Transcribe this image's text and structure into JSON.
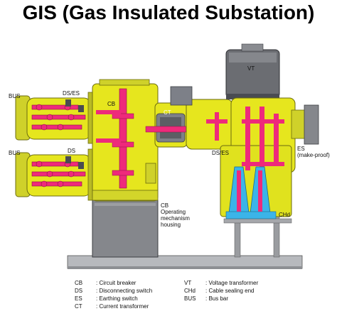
{
  "title": "GIS (Gas Insulated Substation)",
  "labels": {
    "bus_top": "BUS",
    "bus_bottom": "BUS",
    "ds_es_top": "DS/ES",
    "ds_bottom": "DS",
    "cb_top": "CB",
    "ct": "CT",
    "ds_es_right": "DS/ES",
    "vt": "VT",
    "es_make_proof_line1": "ES",
    "es_make_proof_line2": "(make-proof)",
    "cb_housing_line1": "CB",
    "cb_housing_line2": "Operating",
    "cb_housing_line3": "mechanism",
    "cb_housing_line4": "housing",
    "chd": "CHd"
  },
  "legend_left": [
    {
      "abbr": "CB",
      "desc": ": Circuit breaker"
    },
    {
      "abbr": "DS",
      "desc": ": Disconnecting switch"
    },
    {
      "abbr": "ES",
      "desc": ": Earthing switch"
    },
    {
      "abbr": "CT",
      "desc": ": Current transformer"
    }
  ],
  "legend_right": [
    {
      "abbr": "VT",
      "desc": ": Voltage transformer"
    },
    {
      "abbr": "CHd",
      "desc": ": Cable sealing end"
    },
    {
      "abbr": "BUS",
      "desc": ": Bus bar"
    }
  ],
  "colors": {
    "enclosure": "#e6e61e",
    "conductor": "#ee2a7b",
    "cable": "#3bb4e8",
    "steel": "#7d8088",
    "dark_steel": "#4a4c52",
    "frame": "#b7b9bd"
  }
}
